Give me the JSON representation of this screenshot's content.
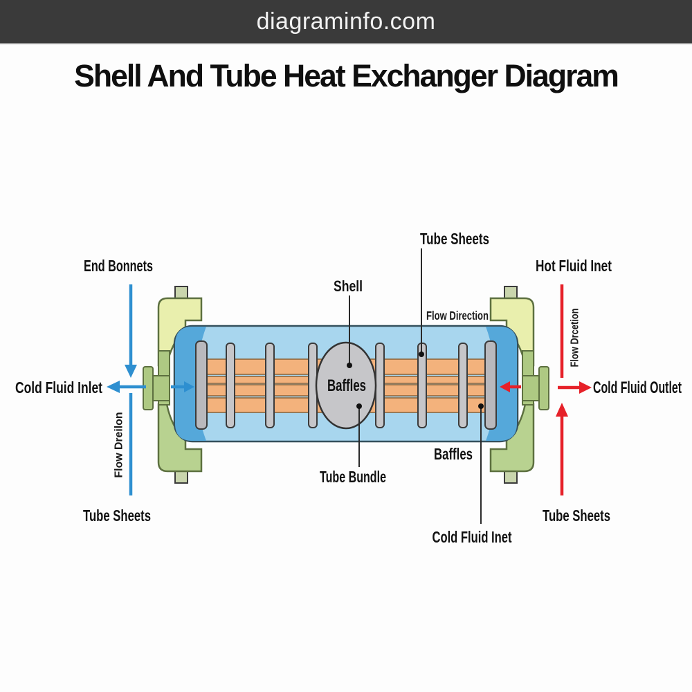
{
  "header": {
    "site_name": "diagraminfo.com"
  },
  "title": "Shell And Tube Heat Exchanger Diagram",
  "diagram": {
    "labels": {
      "end_bonnets": "End Bonnets",
      "cold_fluid_inlet": "Cold Fluid Inlet",
      "flow_direction_left_vertical": "Flow Dreilon",
      "tube_sheets_bottom_left": "Tube Sheets",
      "shell": "Shell",
      "tube_sheets_top": "Tube Sheets",
      "flow_direction_top": "Flow Direction",
      "baffles_center": "Baffles",
      "tube_bundle": "Tube Bundle",
      "baffles_bottom": "Baffles",
      "cold_fluid_inlet_bottom": "Cold Fluid Inet",
      "hot_fluid_inlet": "Hot Fluid Inet",
      "flow_direction_right_vertical": "Flow Drcetion",
      "cold_fluid_outlet": "Cold Fluid Outlet",
      "tube_sheets_bottom_right": "Tube Sheets"
    },
    "colors": {
      "header_bg": "#3a3a3a",
      "header_text": "#f2f2f2",
      "title_text": "#0f0f0f",
      "shell_body": "#a8d6ee",
      "shell_end_cap": "#55a8da",
      "tubes": "#f3b27c",
      "baffles": "#c6c6c9",
      "tube_sheet": "#b9b9bd",
      "bonnet_upper": "#e9efad",
      "bonnet_lower": "#b8d290",
      "nozzle": "#aec983",
      "end_tab": "#c9d5ad",
      "cold_flow_arrow": "#2e8fd0",
      "hot_flow_arrow": "#e62129",
      "label_text": "#111111",
      "leader_line": "#2a2a2a"
    }
  }
}
